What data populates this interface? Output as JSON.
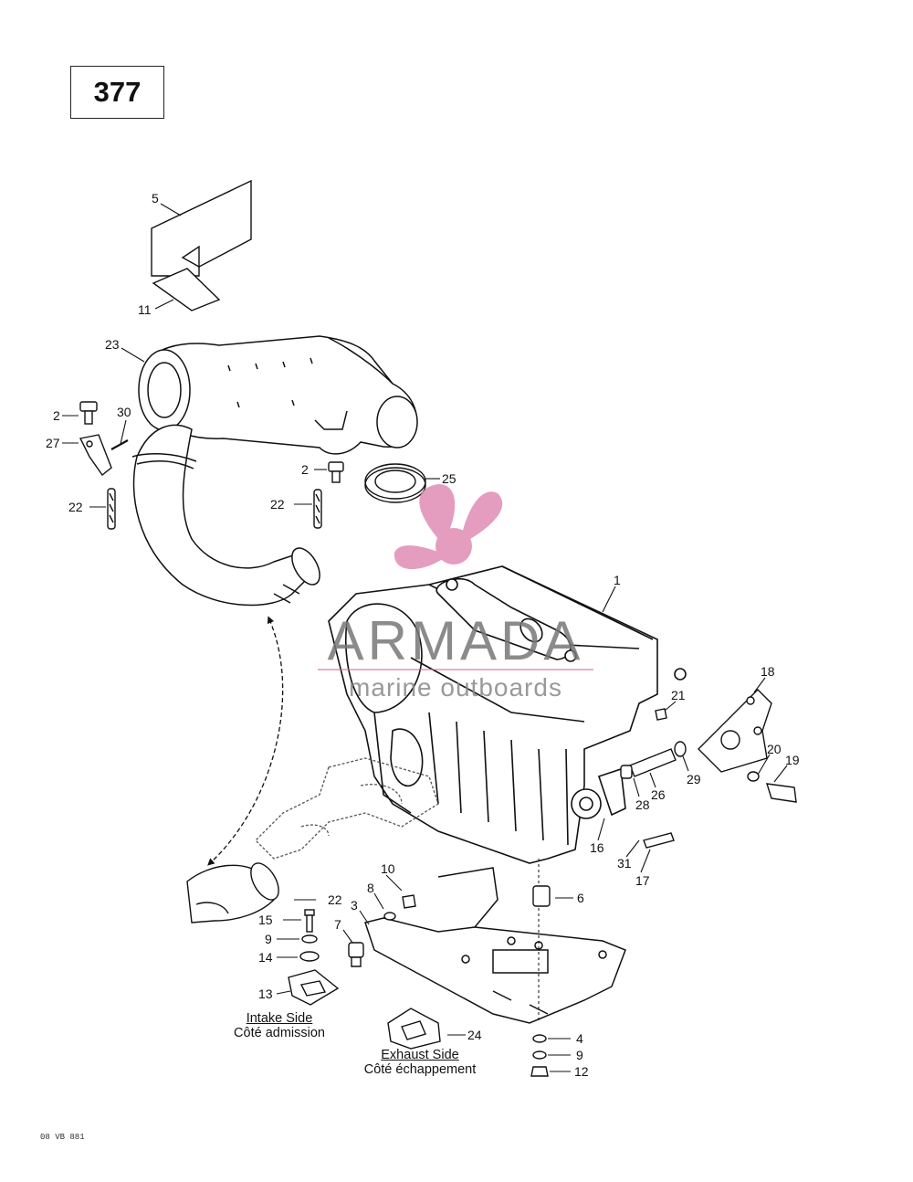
{
  "page_number": "377",
  "callouts": [
    {
      "id": "c1",
      "label": "1"
    },
    {
      "id": "c2a",
      "label": "2"
    },
    {
      "id": "c2b",
      "label": "2"
    },
    {
      "id": "c3",
      "label": "3"
    },
    {
      "id": "c4",
      "label": "4"
    },
    {
      "id": "c5",
      "label": "5"
    },
    {
      "id": "c6",
      "label": "6"
    },
    {
      "id": "c7",
      "label": "7"
    },
    {
      "id": "c8",
      "label": "8"
    },
    {
      "id": "c9a",
      "label": "9"
    },
    {
      "id": "c9b",
      "label": "9"
    },
    {
      "id": "c10",
      "label": "10"
    },
    {
      "id": "c11",
      "label": "11"
    },
    {
      "id": "c12",
      "label": "12"
    },
    {
      "id": "c13",
      "label": "13"
    },
    {
      "id": "c14",
      "label": "14"
    },
    {
      "id": "c15",
      "label": "15"
    },
    {
      "id": "c16",
      "label": "16"
    },
    {
      "id": "c17",
      "label": "17"
    },
    {
      "id": "c18",
      "label": "18"
    },
    {
      "id": "c19",
      "label": "19"
    },
    {
      "id": "c20",
      "label": "20"
    },
    {
      "id": "c21",
      "label": "21"
    },
    {
      "id": "c22a",
      "label": "22"
    },
    {
      "id": "c22b",
      "label": "22"
    },
    {
      "id": "c22c",
      "label": "22"
    },
    {
      "id": "c23",
      "label": "23"
    },
    {
      "id": "c24",
      "label": "24"
    },
    {
      "id": "c25",
      "label": "25"
    },
    {
      "id": "c26",
      "label": "26"
    },
    {
      "id": "c27",
      "label": "27"
    },
    {
      "id": "c28",
      "label": "28"
    },
    {
      "id": "c29",
      "label": "29"
    },
    {
      "id": "c30",
      "label": "30"
    },
    {
      "id": "c31",
      "label": "31"
    }
  ],
  "intake_side": {
    "en": "Intake Side",
    "fr": "Côté admission"
  },
  "exhaust_side": {
    "en": "Exhaust Side",
    "fr": "Côté échappement"
  },
  "watermark": {
    "brand": "ARMADA",
    "tagline": "marine outboards",
    "color": "#d9669a"
  },
  "drawing_code": "08 VB 881",
  "colors": {
    "ink": "#111111",
    "watermark": "#e08cb5"
  }
}
